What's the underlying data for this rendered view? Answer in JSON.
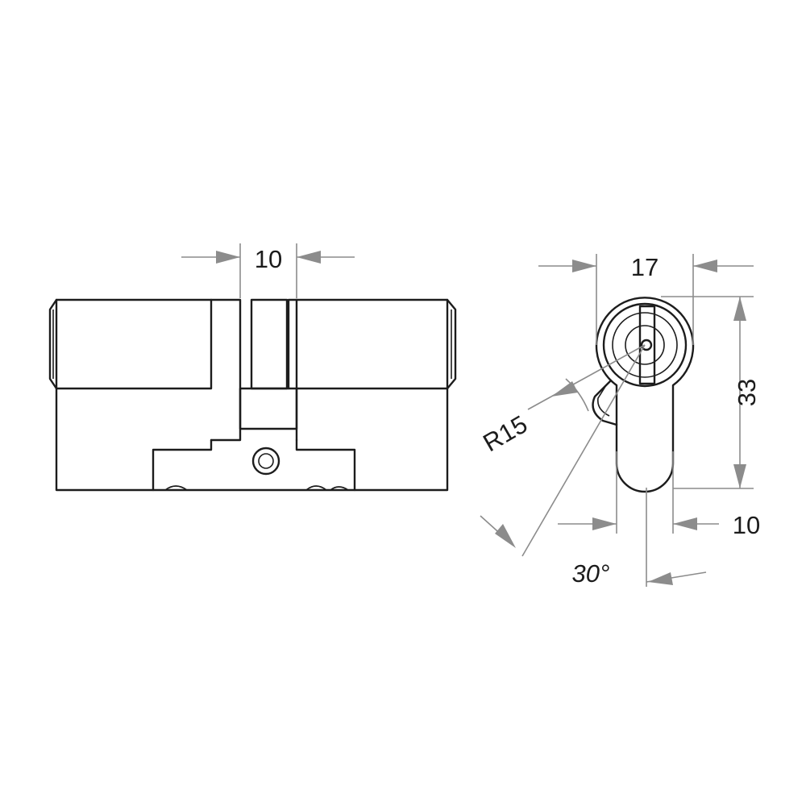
{
  "drawing": {
    "side_view": {
      "cam_gap_label": "10"
    },
    "end_view": {
      "width_label": "17",
      "height_label": "33",
      "cam_width_label": "10",
      "radius_label": "R15",
      "angle_label": "30°"
    }
  },
  "colors": {
    "outline": "#1c1c1c",
    "dimension": "#8c8c8c",
    "background": "#ffffff"
  }
}
